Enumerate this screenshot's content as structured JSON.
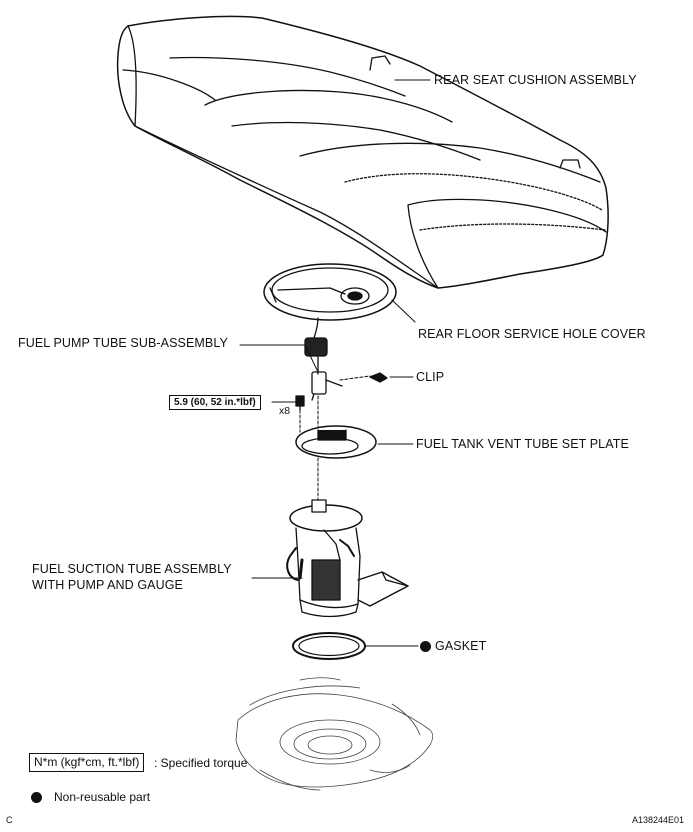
{
  "labels": {
    "rear_seat_cushion": "REAR SEAT CUSHION ASSEMBLY",
    "rear_floor_cover": "REAR FLOOR SERVICE HOLE COVER",
    "fuel_pump_tube": "FUEL PUMP TUBE SUB-ASSEMBLY",
    "clip": "CLIP",
    "vent_tube_plate": "FUEL TANK VENT TUBE SET PLATE",
    "suction_tube_line1": "FUEL SUCTION TUBE ASSEMBLY",
    "suction_tube_line2": "WITH PUMP AND GAUGE",
    "gasket": "GASKET"
  },
  "torque": "5.9 (60, 52 in.*lbf)",
  "bolt_count": "x8",
  "legend": {
    "torque_unit": "N*m (kgf*cm, ft.*lbf)",
    "torque_desc": ": Specified torque",
    "non_reusable": "Non-reusable part"
  },
  "corner_left": "C",
  "corner_right": "A138244E01"
}
